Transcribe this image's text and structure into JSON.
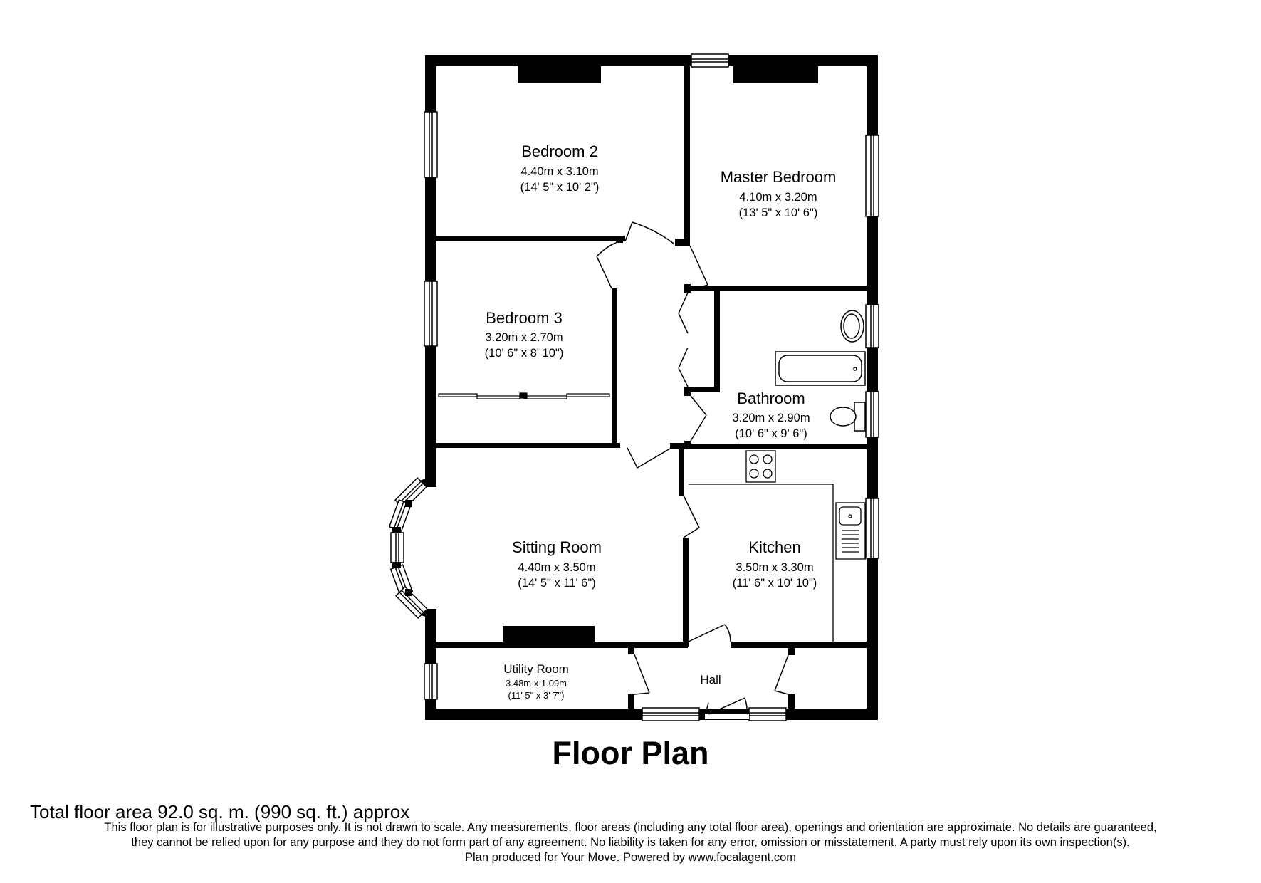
{
  "title": "Floor Plan",
  "rooms": {
    "bedroom2": {
      "name": "Bedroom 2",
      "metric": "4.40m x 3.10m",
      "imperial": "(14' 5\" x 10' 2\")"
    },
    "master": {
      "name": "Master Bedroom",
      "metric": "4.10m x 3.20m",
      "imperial": "(13' 5\" x 10' 6\")"
    },
    "bedroom3": {
      "name": "Bedroom 3",
      "metric": "3.20m x 2.70m",
      "imperial": "(10' 6\" x 8' 10\")"
    },
    "bathroom": {
      "name": "Bathroom",
      "metric": "3.20m x 2.90m",
      "imperial": "(10' 6\" x 9' 6\")"
    },
    "sitting": {
      "name": "Sitting Room",
      "metric": "4.40m x 3.50m",
      "imperial": "(14' 5\" x 11' 6\")"
    },
    "kitchen": {
      "name": "Kitchen",
      "metric": "3.50m x 3.30m",
      "imperial": "(11' 6\" x 10' 10\")"
    },
    "utility": {
      "name": "Utility Room",
      "metric": "3.48m x 1.09m",
      "imperial": "(11' 5\" x 3' 7\")"
    },
    "hall": {
      "name": "Hall"
    }
  },
  "footer": {
    "total_area": "Total floor area 92.0 sq. m. (990 sq. ft.) approx",
    "disclaimer_lines": [
      "This floor plan is for illustrative purposes only. It is not drawn to scale. Any measurements, floor areas (including any total floor area), openings and orientation are approximate. No details are guaranteed,",
      "they cannot be relied upon for any purpose and they do not form part of any agreement. No liability is taken for any error, omission or misstatement. A party must rely upon its own inspection(s).",
      "Plan produced for Your Move. Powered by www.focalagent.com"
    ]
  }
}
